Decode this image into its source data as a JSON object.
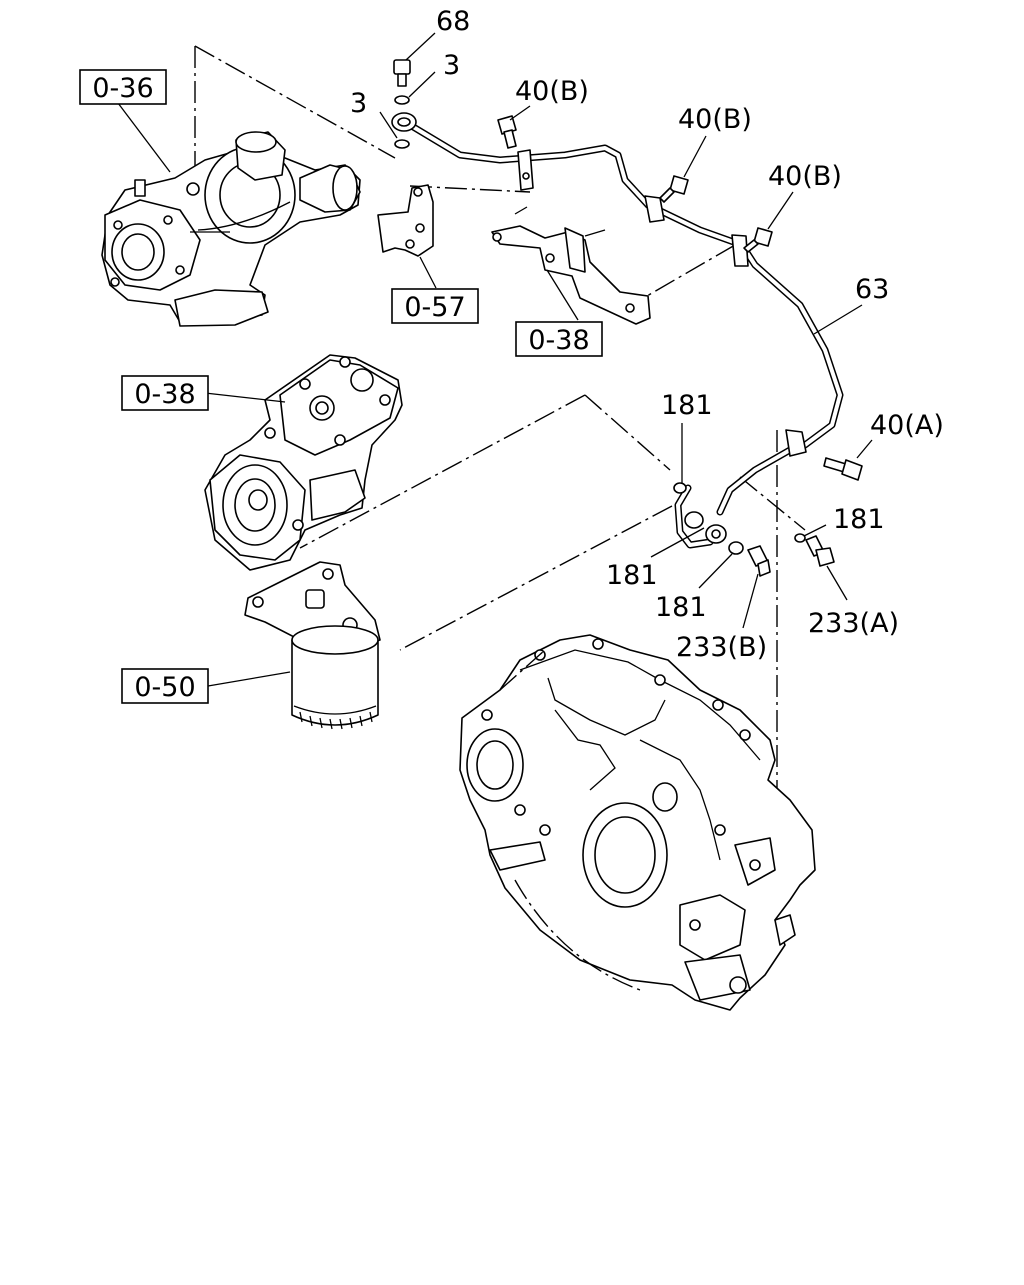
{
  "ref_boxes": {
    "turbocharger": "0-36",
    "bracket_57": "0-57",
    "bracket_38": "0-38",
    "compressor": "0-38",
    "oil_filter": "0-50"
  },
  "callouts": {
    "bolt_68": "68",
    "washer_3_upper": "3",
    "washer_3_lower": "3",
    "bolt_40b_1": "40(B)",
    "bolt_40b_2": "40(B)",
    "bolt_40b_3": "40(B)",
    "pipe_63": "63",
    "bolt_40a": "40(A)",
    "gasket_181_top": "181",
    "gasket_181_right": "181",
    "gasket_181_left": "181",
    "gasket_181_bottom": "181",
    "bolt_233a": "233(A)",
    "bolt_233b": "233(B)"
  }
}
